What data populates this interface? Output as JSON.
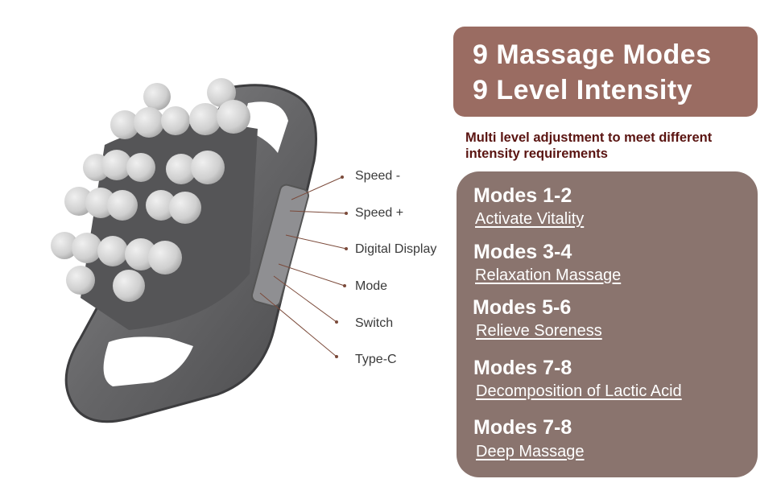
{
  "headline": {
    "line1": "9 Massage Modes",
    "line2": "9 Level Intensity"
  },
  "subtitle": "Multi level adjustment to meet different intensity requirements",
  "callouts": [
    "Speed -",
    "Speed +",
    "Digital Display",
    "Mode",
    "Switch",
    "Type-C"
  ],
  "modes": [
    {
      "name": "Modes 1-2",
      "desc": "Activate Vitality"
    },
    {
      "name": "Modes 3-4",
      "desc": "Relaxation Massage"
    },
    {
      "name": "Modes 5-6",
      "desc": "Relieve Soreness"
    },
    {
      "name": "Modes 7-8",
      "desc": "Decomposition of Lactic Acid"
    },
    {
      "name": "Modes 7-8",
      "desc": "Deep Massage"
    }
  ],
  "colors": {
    "headline_bg": "#9a6c62",
    "modes_bg": "#8a746e",
    "subtitle_text": "#5a1411",
    "device_body": "#6b6b6d",
    "massage_ball": "#d4d4d4",
    "callout_line": "#7b4a3a"
  }
}
